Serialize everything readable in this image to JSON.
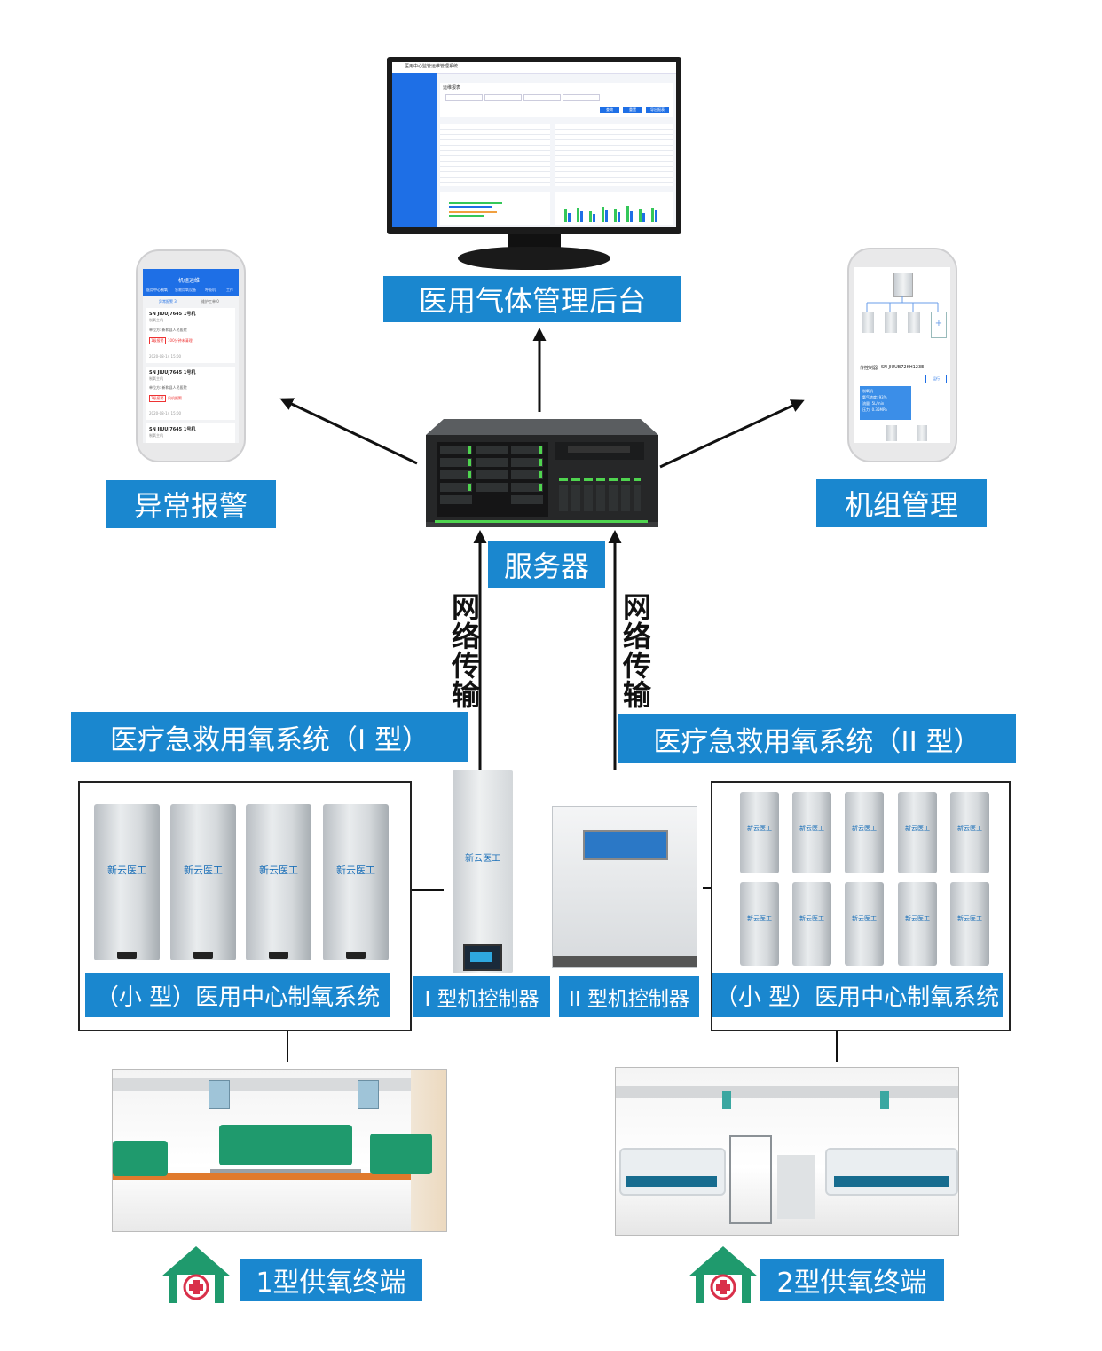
{
  "labels": {
    "backend": "医用气体管理后台",
    "alarm": "异常报警",
    "unit_mgmt": "机组管理",
    "server": "服务器",
    "network_left": [
      "网",
      "络",
      "传",
      "输"
    ],
    "network_right": [
      "网",
      "络",
      "传",
      "输"
    ],
    "system_type1": "医疗急救用氧系统（I 型）",
    "system_type2": "医疗急救用氧系统（II 型）",
    "small_center_left": "（小 型）医用中心制氧系统",
    "small_center_right": "（小 型）医用中心制氧系统",
    "controller_1": "I 型机控制器",
    "controller_2": "II 型机控制器",
    "terminal_1": "1型供氧终端",
    "terminal_2": "2型供氧终端"
  },
  "unit_brand": "新云医工",
  "phone_left": {
    "header": "机组运维",
    "tabs": [
      "医用中心制氧",
      "急救用氧设备",
      "呼吸机",
      "工作"
    ],
    "subtabs": [
      "异常报警 3",
      "维护工单 0"
    ],
    "cards": [
      {
        "title": "SN JIUUJ7645 1号机",
        "sub": "制氧主机",
        "site": "单位方: 新和县人民医院",
        "tag": "1级报警",
        "msg": "100分钟未清理",
        "time": "2020-08-14 15:00"
      },
      {
        "title": "SN JIUUJ7645 1号机",
        "sub": "制氧主机",
        "site": "单位方: 新和县人民医院",
        "tag": "2级报警",
        "msg": "风机报警",
        "time": "2020-08-14 15:00"
      },
      {
        "title": "SN JIUUJ7645 1号机",
        "sub": "制氧主机",
        "site": "",
        "tag": "",
        "msg": "",
        "time": ""
      }
    ]
  },
  "phone_right": {
    "device_sn": "SN JIUUB72KH123E",
    "controller_label": "传控制器",
    "status_btn": "运行",
    "popup": [
      "制氧机",
      "氧气浓度: 93%",
      "流量: 5L/min",
      "压力: 0.35MPa"
    ]
  },
  "monitor": {
    "app_title": "医用中心监管运维管理系统",
    "section": "运维报表",
    "buttons": [
      "查询",
      "重置",
      "导出报表"
    ]
  },
  "colors": {
    "label_blue": "#1a87cf",
    "app_blue": "#1e6fe6",
    "accent_green": "#34c759"
  }
}
